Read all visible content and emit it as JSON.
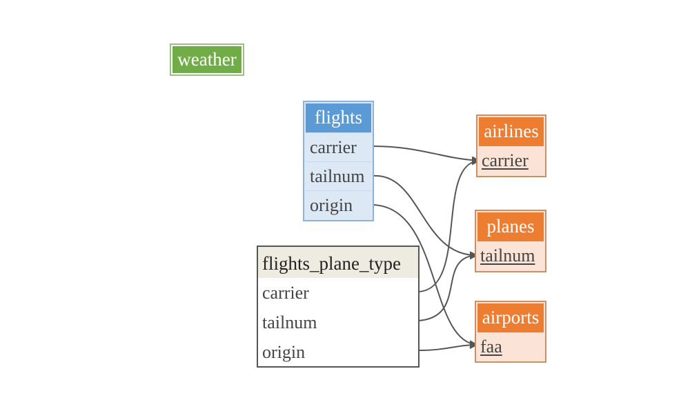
{
  "tables": {
    "weather": {
      "title": "weather"
    },
    "flights": {
      "title": "flights",
      "columns": [
        "carrier",
        "tailnum",
        "origin"
      ]
    },
    "flights_plane_type": {
      "title": "flights_plane_type",
      "columns": [
        "carrier",
        "tailnum",
        "origin"
      ]
    },
    "airlines": {
      "title": "airlines",
      "key": "carrier"
    },
    "planes": {
      "title": "planes",
      "key": "tailnum"
    },
    "airports": {
      "title": "airports",
      "key": "faa"
    }
  },
  "relations": [
    {
      "from": "flights.carrier",
      "to": "airlines.carrier"
    },
    {
      "from": "flights.tailnum",
      "to": "planes.tailnum"
    },
    {
      "from": "flights.origin",
      "to": "airports.faa"
    },
    {
      "from": "flights_plane_type.carrier",
      "to": "airlines.carrier"
    },
    {
      "from": "flights_plane_type.tailnum",
      "to": "planes.tailnum"
    },
    {
      "from": "flights_plane_type.origin",
      "to": "airports.faa"
    }
  ],
  "colors": {
    "weather_header": "#70ad47",
    "flights_header": "#5b9bd5",
    "flights_body": "#dde8f5",
    "reference_header": "#ed7d31",
    "reference_body": "#fbe4d5",
    "plane_type_header": "#eeece1",
    "edge": "#555555"
  }
}
